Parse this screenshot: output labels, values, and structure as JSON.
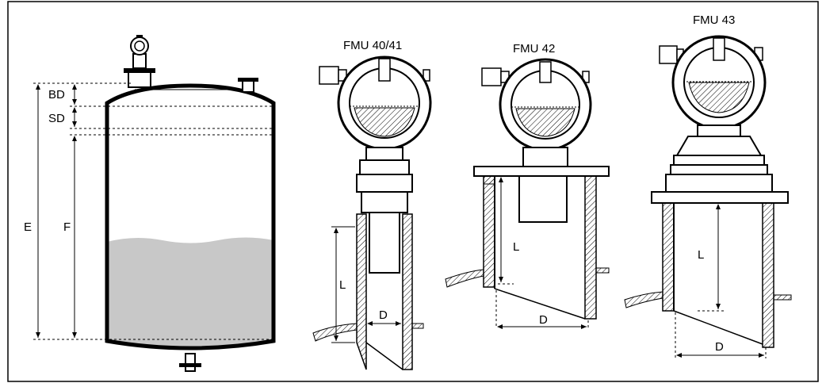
{
  "tank": {
    "labels": {
      "bd": "BD",
      "sd": "SD",
      "e": "E",
      "f": "F"
    }
  },
  "sensors": [
    {
      "title": "FMU 40/41",
      "length_label": "L",
      "diameter_label": "D"
    },
    {
      "title": "FMU 42",
      "length_label": "L",
      "diameter_label": "D"
    },
    {
      "title": "FMU 43",
      "length_label": "L",
      "diameter_label": "D"
    }
  ],
  "colors": {
    "liquid": "#c8c8c8",
    "hatch": "#000000",
    "line": "#000000"
  }
}
